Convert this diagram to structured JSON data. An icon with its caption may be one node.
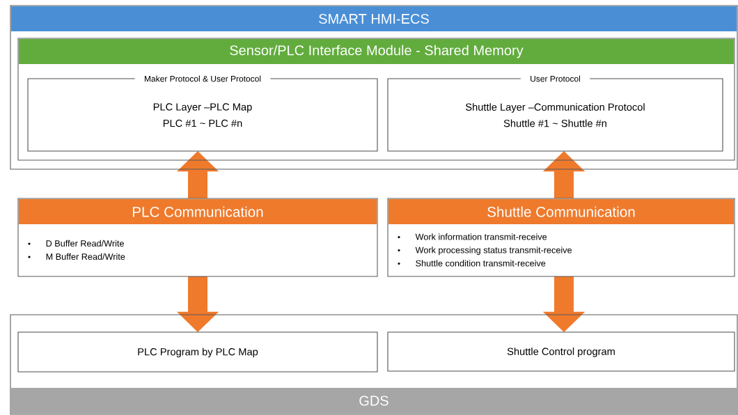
{
  "diagram": {
    "nodes": [
      {
        "text": [
          "SMART HMI-ECS"
        ]
      },
      {
        "text": [
          "Sensor/PLC Interface Module - Shared Memory"
        ],
        "in": 0
      },
      {
        "text": [
          "Maker Protocol & User Protocol",
          "PLC Layer –PLC Map",
          "PLC #1 ~ PLC #n"
        ],
        "in": 1
      },
      {
        "text": [
          "User Protocol",
          "Shuttle Layer –Communication Protocol",
          "Shuttle #1 ~ Shuttle #n"
        ],
        "in": 1
      },
      {
        "text": [
          "PLC Communication",
          "D Buffer Read/Write",
          "M Buffer Read/Write"
        ]
      },
      {
        "text": [
          "Shuttle Communication",
          "Work information transmit-receive",
          "Work processing status transmit-receive",
          "Shuttle condition transmit-receive"
        ]
      },
      {
        "text": [
          "GDS"
        ]
      },
      {
        "text": [
          "PLC Program by PLC Map"
        ],
        "in": 6
      },
      {
        "text": [
          "Shuttle Control program"
        ],
        "in": 6
      }
    ],
    "edges": [
      {
        "from": 4,
        "to": 2,
        "arrow": "to"
      },
      {
        "from": 4,
        "to": 7,
        "arrow": "to"
      },
      {
        "from": 5,
        "to": 3,
        "arrow": "to"
      },
      {
        "from": 5,
        "to": 8,
        "arrow": "to"
      }
    ]
  }
}
